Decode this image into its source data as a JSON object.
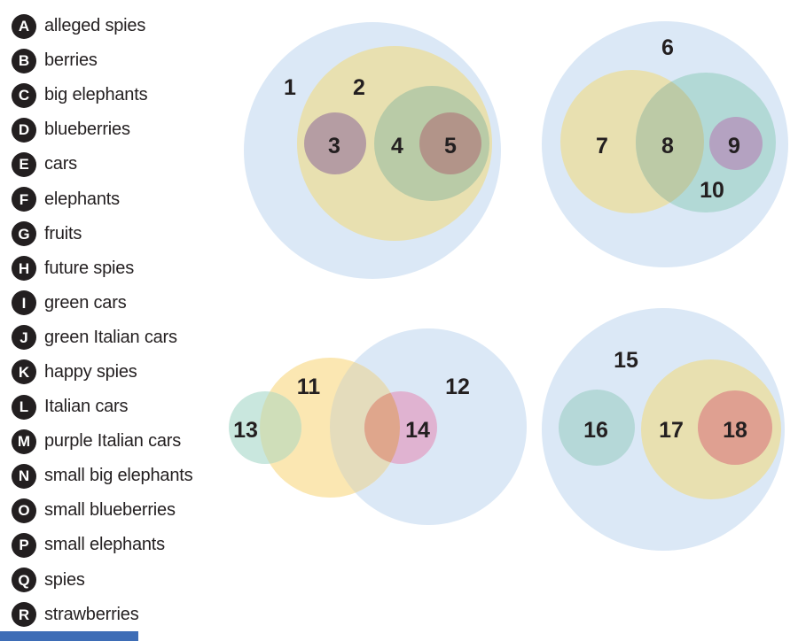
{
  "legend": {
    "items": [
      {
        "letter": "A",
        "label": "alleged spies"
      },
      {
        "letter": "B",
        "label": "berries"
      },
      {
        "letter": "C",
        "label": "big elephants"
      },
      {
        "letter": "D",
        "label": "blueberries"
      },
      {
        "letter": "E",
        "label": "cars"
      },
      {
        "letter": "F",
        "label": "elephants"
      },
      {
        "letter": "G",
        "label": "fruits"
      },
      {
        "letter": "H",
        "label": "future spies"
      },
      {
        "letter": "I",
        "label": "green cars"
      },
      {
        "letter": "J",
        "label": "green Italian cars"
      },
      {
        "letter": "K",
        "label": "happy spies"
      },
      {
        "letter": "L",
        "label": "Italian cars"
      },
      {
        "letter": "M",
        "label": "purple Italian cars"
      },
      {
        "letter": "N",
        "label": "small big elephants"
      },
      {
        "letter": "O",
        "label": "small blueberries"
      },
      {
        "letter": "P",
        "label": "small elephants"
      },
      {
        "letter": "Q",
        "label": "spies"
      },
      {
        "letter": "R",
        "label": "strawberries"
      }
    ]
  },
  "region_labels": [
    "1",
    "2",
    "3",
    "4",
    "5",
    "6",
    "7",
    "8",
    "9",
    "10",
    "11",
    "12",
    "13",
    "14",
    "15",
    "16",
    "17",
    "18"
  ],
  "colors": {
    "page_bg": "#ffffff",
    "text": "#231f20",
    "badge_bg": "#231f20",
    "badge_text": "#ffffff",
    "light_blue": "#dbe8f6",
    "tan": "#e8e0b0",
    "mauve": "#b59da3",
    "sage_green": "#b9cba7",
    "brown_mauve": "#b29489",
    "teal": "#b2d9d6",
    "olive_lens": "#bccaa6",
    "purple": "#b4a2c1",
    "bright_yellow": "#fbe7b2",
    "pale_teal": "#c9e7de",
    "green_lens": "#cfdeb9",
    "tan_lens": "#e4dcbc",
    "pink": "#e0b3d1",
    "salmon": "#dfa68c",
    "teal_2": "#b5d8d8",
    "salmon_red": "#dfa091",
    "bottom_bar_blue": "#3e6db6"
  }
}
